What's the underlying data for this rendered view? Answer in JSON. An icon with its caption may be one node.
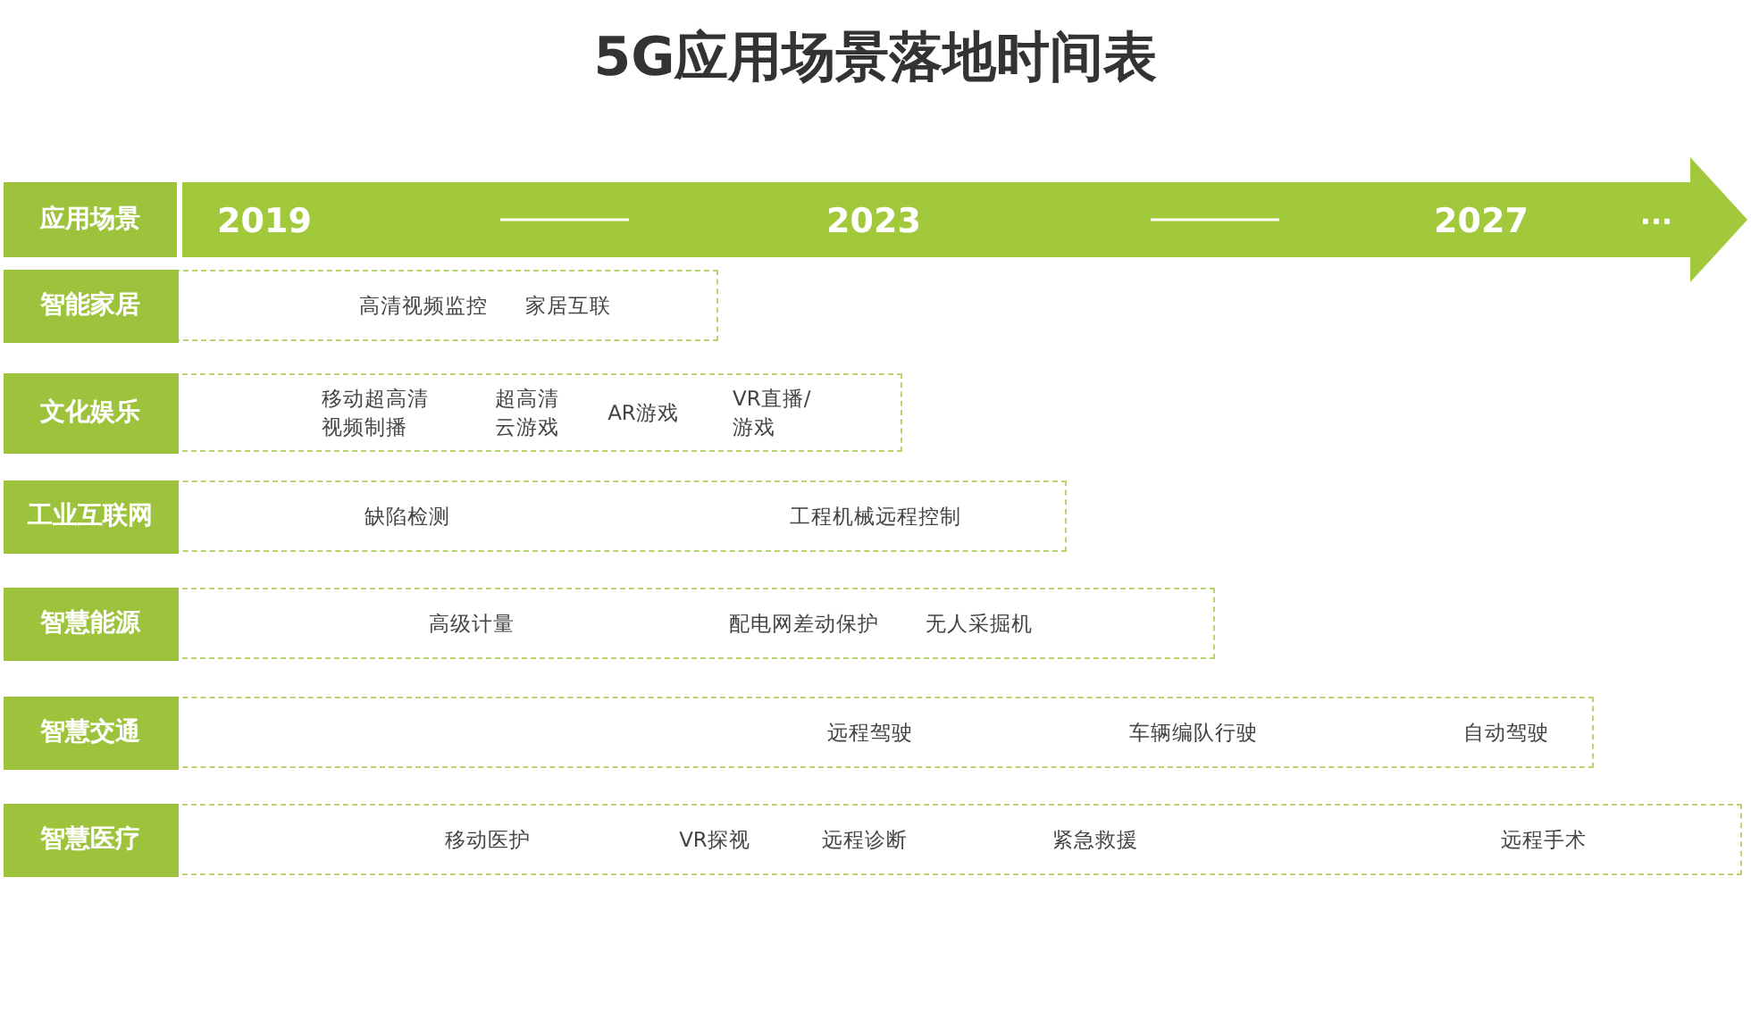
{
  "diagram": {
    "title": "5G应用场景落地时间表",
    "nodes": [
      {
        "text": [
          "应用场景"
        ]
      },
      {
        "text": [
          "2019",
          "2023",
          "2027",
          "···"
        ]
      },
      {
        "text": [
          "智能家居",
          "高清视频监控",
          "家居互联"
        ]
      },
      {
        "text": [
          "文化娱乐",
          "移动超高清视频制播",
          "超高清云游戏",
          "AR游戏",
          "VR直播/游戏"
        ]
      },
      {
        "text": [
          "工业互联网",
          "缺陷检测",
          "工程机械远程控制"
        ]
      },
      {
        "text": [
          "智慧能源",
          "高级计量",
          "配电网差动保护",
          "无人采掘机"
        ]
      },
      {
        "text": [
          "智慧交通",
          "远程驾驶",
          "车辆编队行驶",
          "自动驾驶"
        ]
      },
      {
        "text": [
          "智慧医疗",
          "移动医护",
          "VR探视",
          "远程诊断",
          "紧急救援",
          "远程手术"
        ]
      }
    ]
  }
}
